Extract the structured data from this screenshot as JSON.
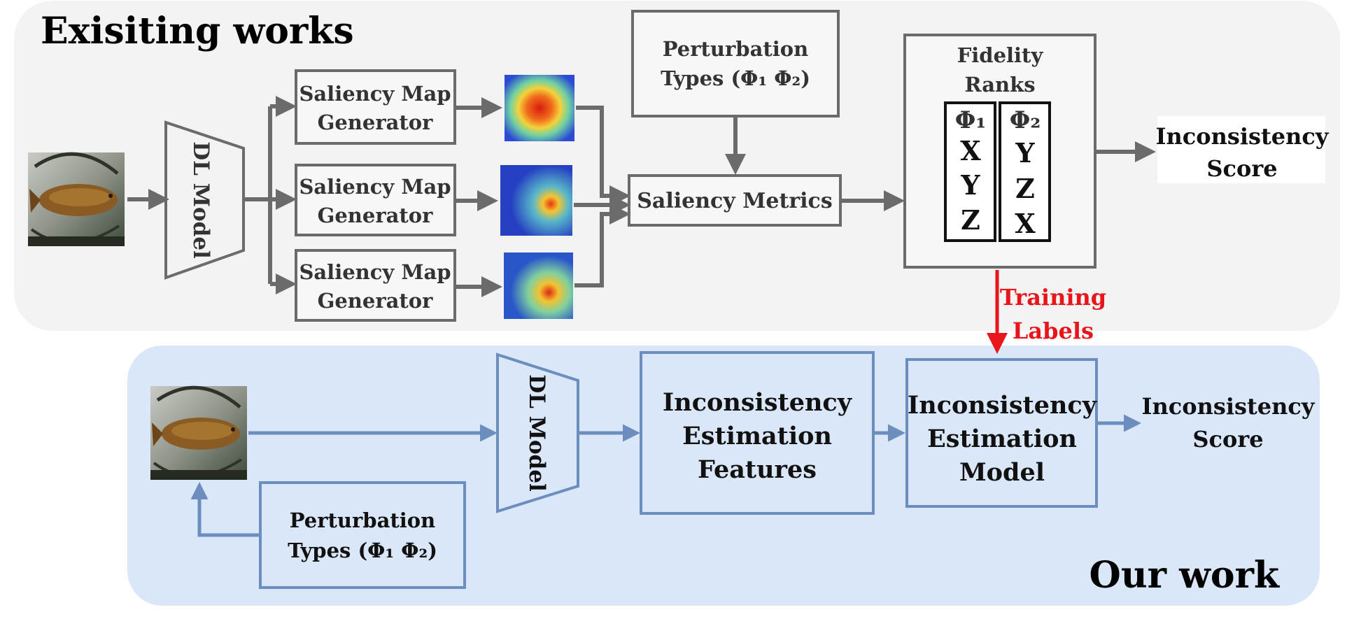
{
  "colors": {
    "existing_bg": "#f3f3f3",
    "ours_bg": "#dae7f8",
    "gray_stroke": "#6b6b6b",
    "blue_stroke": "#6c8ebf",
    "label_red": "#e8151b"
  },
  "existing": {
    "title": "Exisiting works",
    "dl_model": "DL Model",
    "generators": [
      {
        "line1": "Saliency Map",
        "line2": "Generator"
      },
      {
        "line1": "Saliency Map",
        "line2": "Generator"
      },
      {
        "line1": "Saliency Map",
        "line2": "Generator"
      }
    ],
    "perturbation": {
      "line1": "Perturbation",
      "line2": "Types (Φ₁ Φ₂)"
    },
    "saliency_metrics": "Saliency Metrics",
    "fidelity": {
      "line1": "Fidelity",
      "line2": "Ranks",
      "col1_header": "Φ₁",
      "col1_items": [
        "X",
        "Y",
        "Z"
      ],
      "col2_header": "Φ₂",
      "col2_items": [
        "Y",
        "Z",
        "X"
      ]
    },
    "score": {
      "line1": "Inconsistency",
      "line2": "Score"
    }
  },
  "training_labels": {
    "line1": "Training",
    "line2": "Labels"
  },
  "ours": {
    "title": "Our work",
    "dl_model": "DL Model",
    "features": {
      "line1": "Inconsistency",
      "line2": "Estimation",
      "line3": "Features"
    },
    "model": {
      "line1": "Inconsistency",
      "line2": "Estimation",
      "line3": "Model"
    },
    "score": {
      "line1": "Inconsistency",
      "line2": "Score"
    },
    "perturbation": {
      "line1": "Perturbation",
      "line2": "Types (Φ₁ Φ₂)"
    }
  },
  "icons": [
    "fish-image",
    "heatmap-image",
    "arrow-right",
    "arrow-down",
    "arrow-up"
  ]
}
